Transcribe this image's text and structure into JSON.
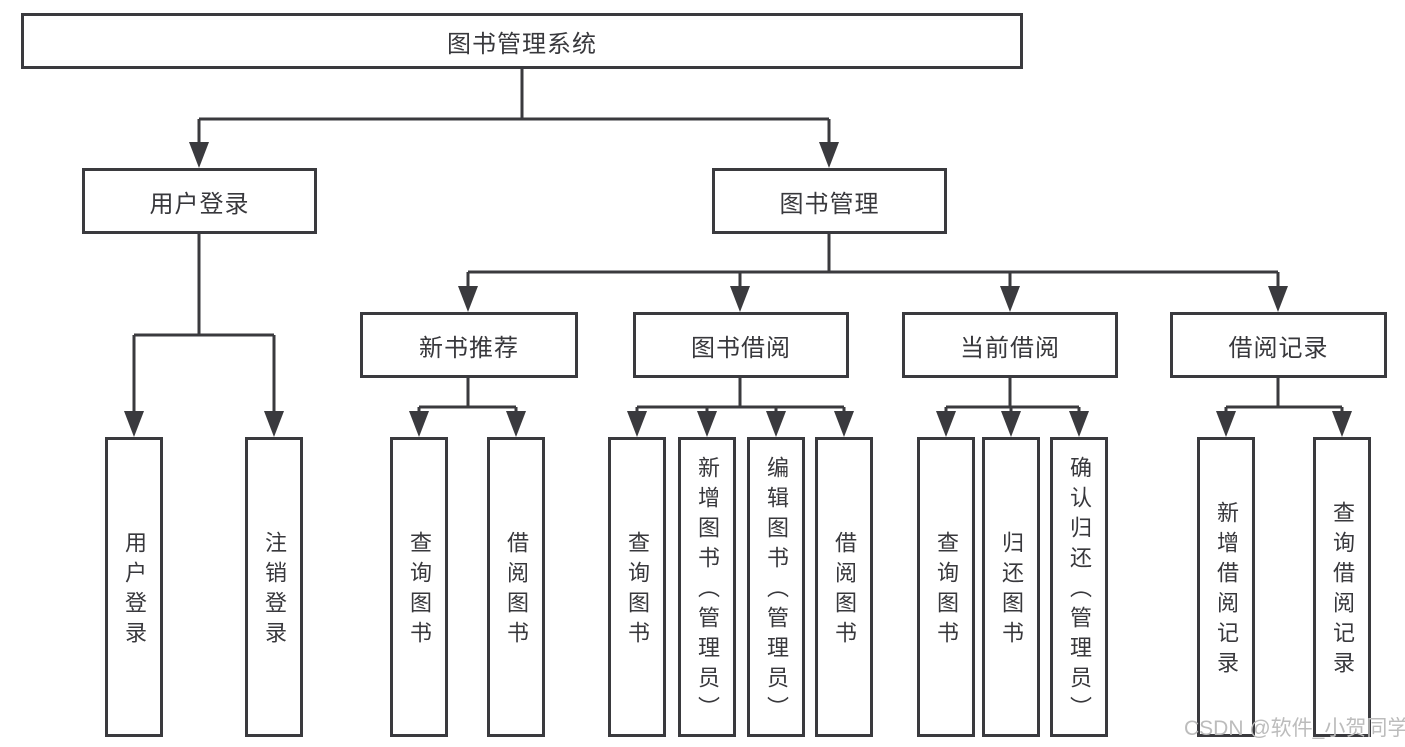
{
  "diagram_type": "tree",
  "root": {
    "label": "图书管理系统"
  },
  "level2": [
    {
      "label": "用户登录",
      "leaves": [
        "用户登录",
        "注销登录"
      ]
    },
    {
      "label": "图书管理",
      "sections": [
        {
          "label": "新书推荐",
          "leaves": [
            "查询图书",
            "借阅图书"
          ]
        },
        {
          "label": "图书借阅",
          "leaves": [
            "查询图书",
            "新增图书（管理员）",
            "编辑图书（管理员）",
            "借阅图书"
          ]
        },
        {
          "label": "当前借阅",
          "leaves": [
            "查询图书",
            "归还图书",
            "确认归还（管理员）"
          ]
        },
        {
          "label": "借阅记录",
          "leaves": [
            "新增借阅记录",
            "查询借阅记录"
          ]
        }
      ]
    }
  ],
  "watermark": "CSDN @软件_小贺同学",
  "colors": {
    "line": "#3a3a3e",
    "text": "#38383c",
    "watermark": "#bcbcbc",
    "background": "#ffffff"
  }
}
